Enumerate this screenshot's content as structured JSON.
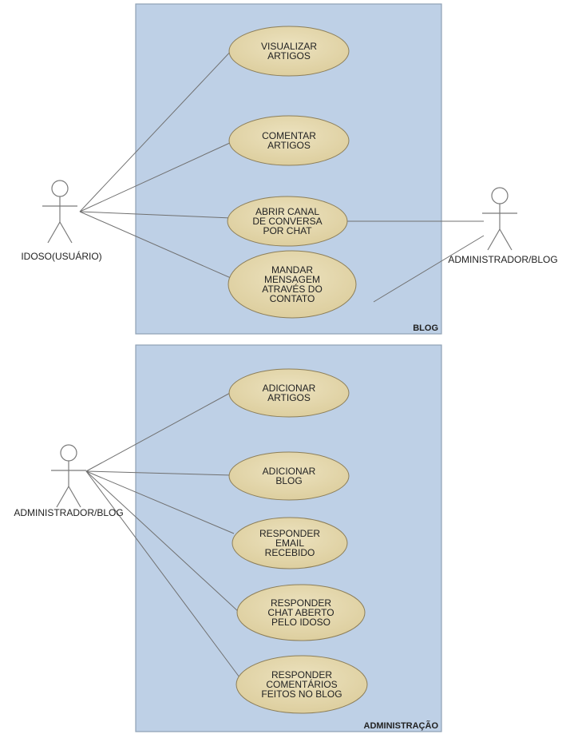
{
  "colors": {
    "boundary_fill": "#bed0e6",
    "boundary_stroke": "#8ea0b4",
    "usecase_fill": "#dccd9c",
    "usecase_stroke": "#8c7e58",
    "line": "#707070",
    "actor_stroke": "#7a7a7a"
  },
  "systems": [
    {
      "name": "BLOG",
      "use_cases": [
        {
          "lines": [
            "VISUALIZAR",
            "ARTIGOS"
          ]
        },
        {
          "lines": [
            "COMENTAR",
            "ARTIGOS"
          ]
        },
        {
          "lines": [
            "ABRIR CANAL",
            "DE CONVERSA",
            "POR CHAT"
          ]
        },
        {
          "lines": [
            "MANDAR",
            "MENSAGEM",
            "ATRAVÉS DO",
            "CONTATO"
          ]
        }
      ]
    },
    {
      "name": "ADMINISTRAÇÃO",
      "use_cases": [
        {
          "lines": [
            "ADICIONAR",
            "ARTIGOS"
          ]
        },
        {
          "lines": [
            "ADICIONAR",
            "BLOG"
          ]
        },
        {
          "lines": [
            "RESPONDER",
            "EMAIL",
            "RECEBIDO"
          ]
        },
        {
          "lines": [
            "RESPONDER",
            "CHAT ABERTO",
            "PELO IDOSO"
          ]
        },
        {
          "lines": [
            "RESPONDER",
            "COMENTÁRIOS",
            "FEITOS NO BLOG"
          ]
        }
      ]
    }
  ],
  "actors": [
    {
      "label": "IDOSO(USUÁRIO)"
    },
    {
      "label": "ADMINISTRADOR/BLOG"
    },
    {
      "label": "ADMINISTRADOR/BLOG"
    }
  ]
}
